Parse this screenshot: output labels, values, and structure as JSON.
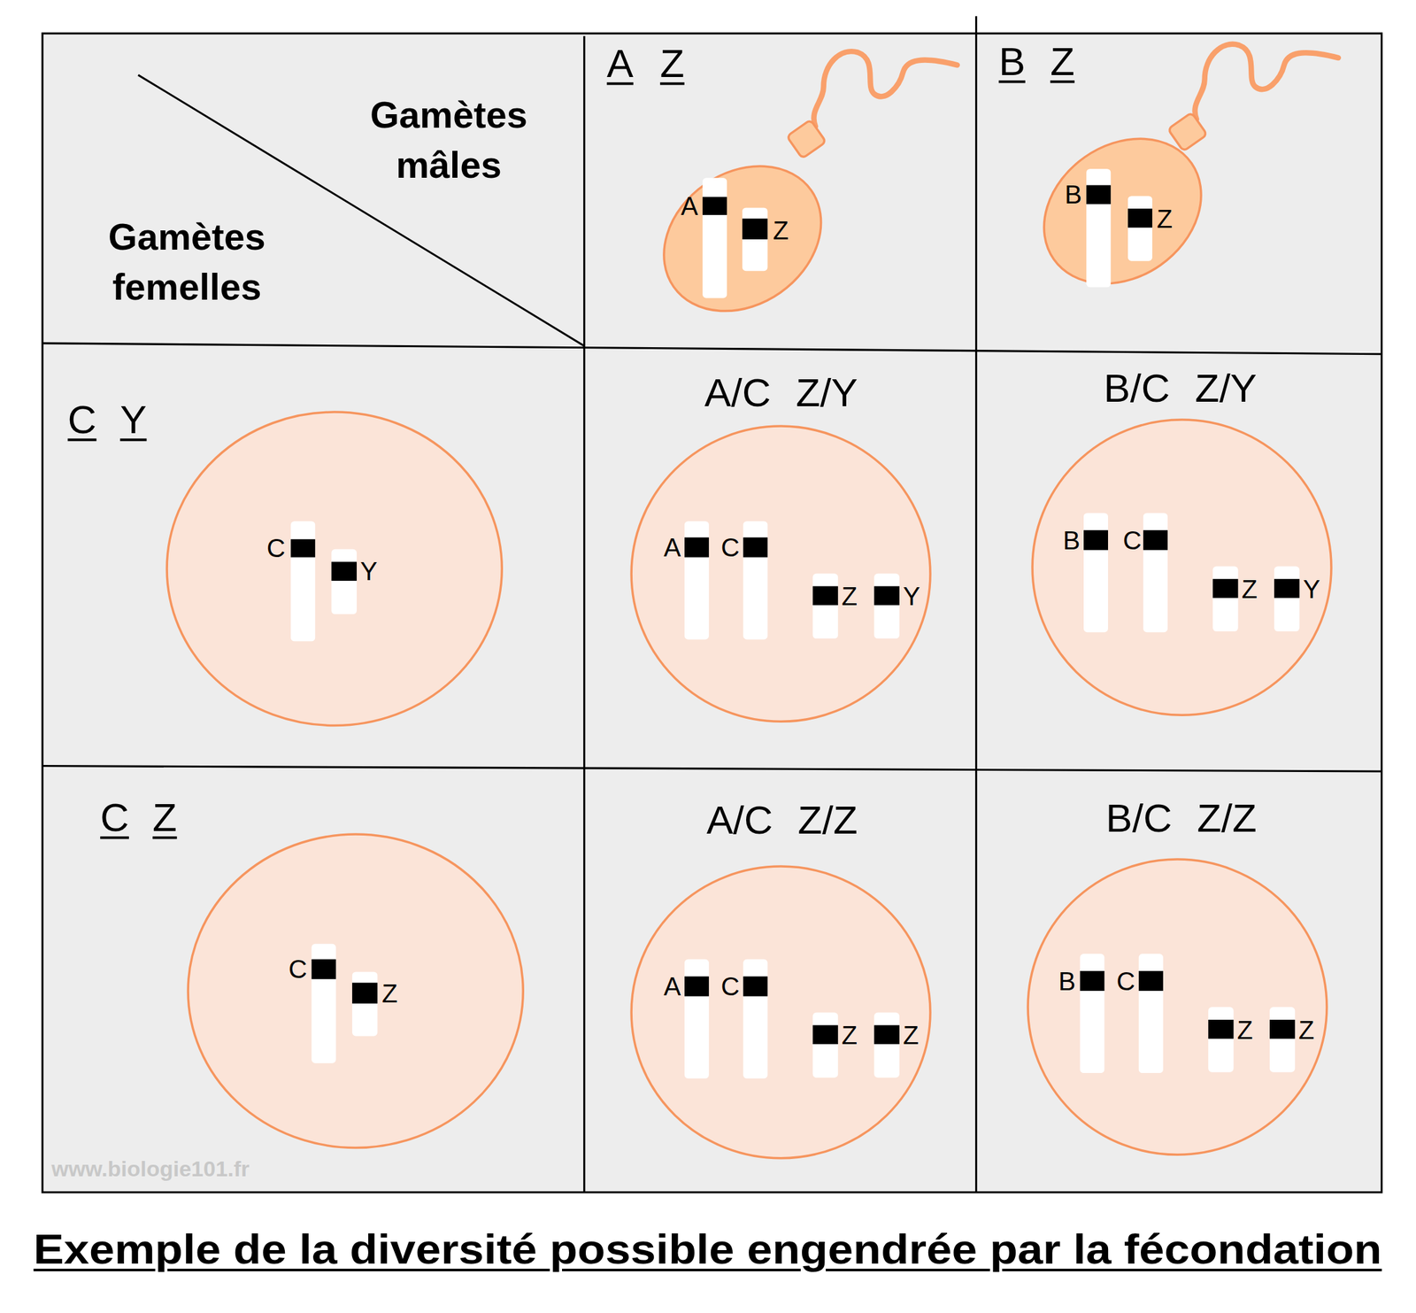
{
  "diagram": {
    "title": "Exemple de la diversité possible engendrée par la fécondation",
    "nodes": [
      {
        "text": [
          "Gamètes mâles",
          "Gamètes femelles"
        ]
      },
      {
        "text": [
          "A",
          "Z"
        ]
      },
      {
        "text": [
          "A",
          "Z"
        ],
        "in": 1
      },
      {
        "text": [
          "B",
          "Z"
        ]
      },
      {
        "text": [
          "B",
          "Z"
        ],
        "in": 3
      },
      {
        "text": [
          "C",
          "Y"
        ]
      },
      {
        "text": [
          "C",
          "Y"
        ],
        "in": 5
      },
      {
        "text": [
          "A/C Z/Y"
        ]
      },
      {
        "text": [
          "A",
          "C",
          "Z",
          "Y"
        ],
        "in": 7
      },
      {
        "text": [
          "B/C Z/Y"
        ]
      },
      {
        "text": [
          "B",
          "C",
          "Z",
          "Y"
        ],
        "in": 9
      },
      {
        "text": [
          "C",
          "Z"
        ]
      },
      {
        "text": [
          "C",
          "Z"
        ],
        "in": 11
      },
      {
        "text": [
          "A/C Z/Z"
        ]
      },
      {
        "text": [
          "A",
          "C",
          "Z",
          "Z"
        ],
        "in": 13
      },
      {
        "text": [
          "B/C Z/Z"
        ]
      },
      {
        "text": [
          "B",
          "C",
          "Z",
          "Z"
        ],
        "in": 15
      }
    ],
    "labels": [
      "www.biologie101.fr"
    ]
  }
}
